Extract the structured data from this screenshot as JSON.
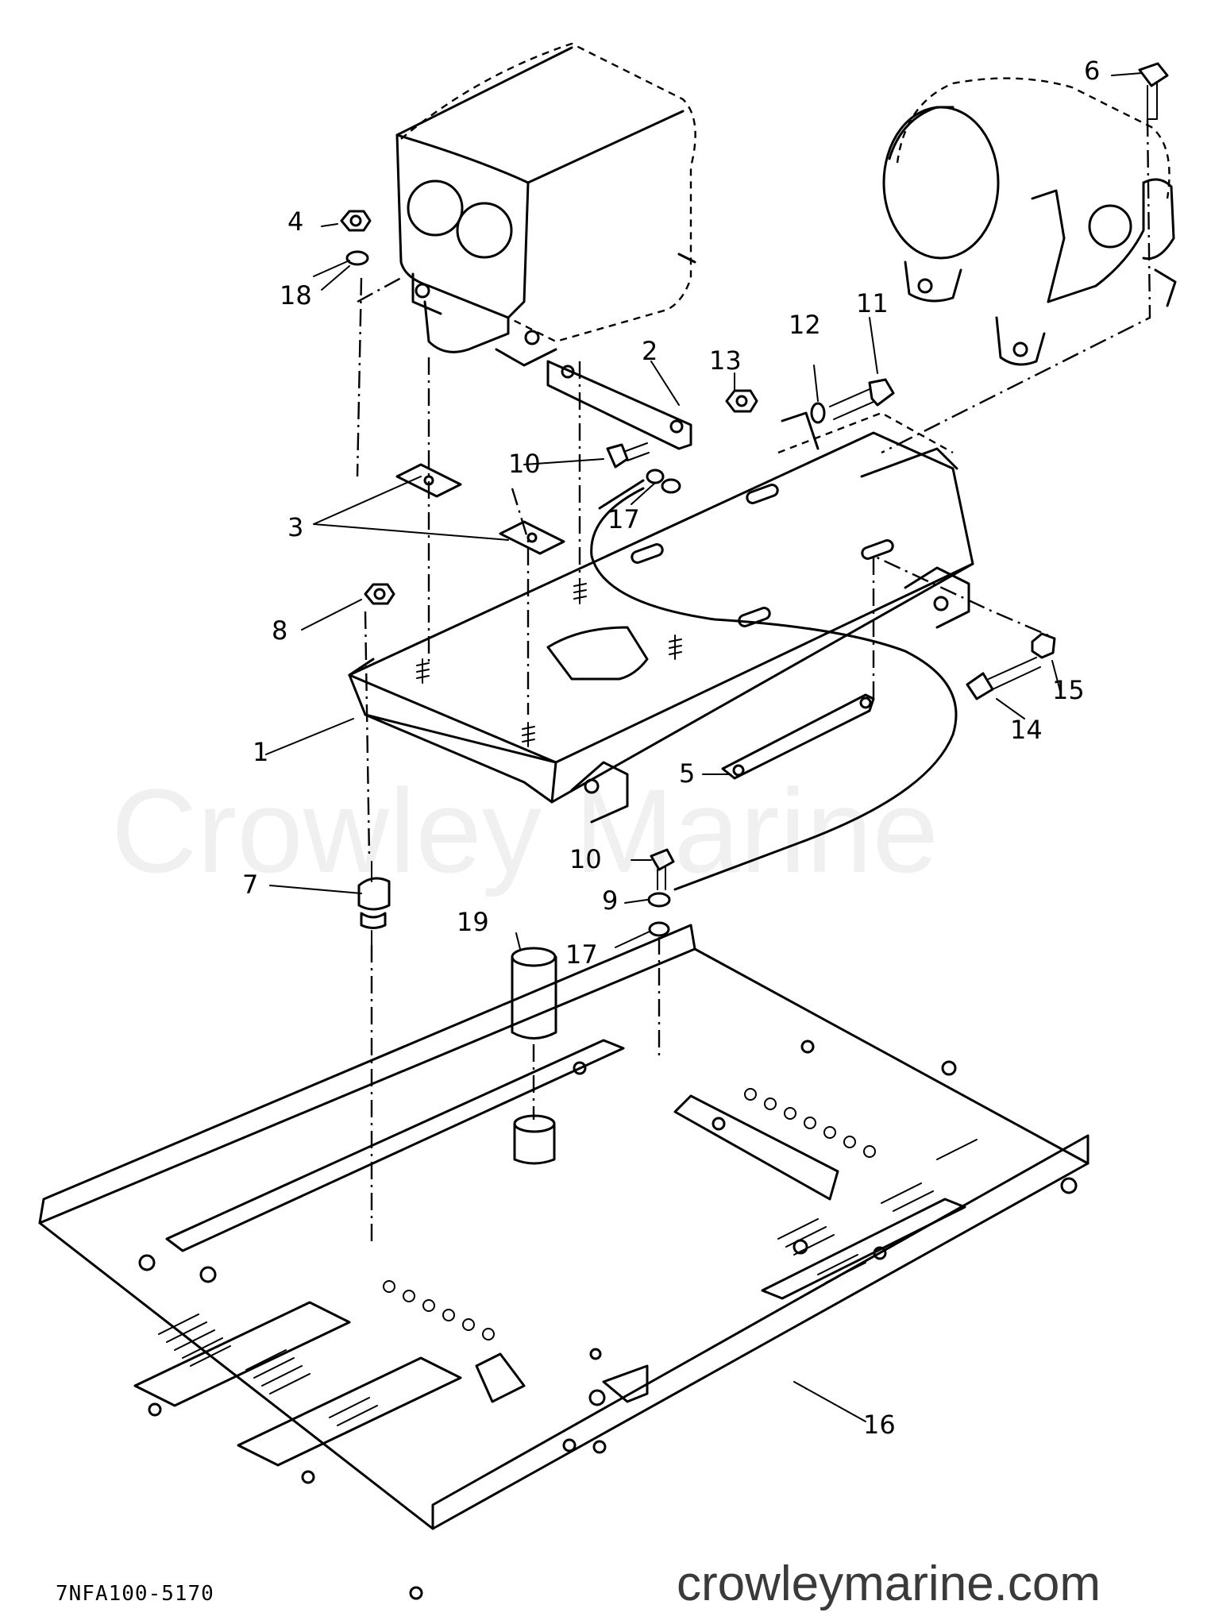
{
  "diagram": {
    "drawing_code": "7NFA100-5170",
    "watermark": "Crowley Marine",
    "website": "crowleymarine.com",
    "callouts": [
      "1",
      "2",
      "3",
      "4",
      "5",
      "6",
      "7",
      "8",
      "9",
      "10",
      "10",
      "11",
      "12",
      "13",
      "14",
      "15",
      "16",
      "17",
      "17",
      "18",
      "19"
    ]
  }
}
